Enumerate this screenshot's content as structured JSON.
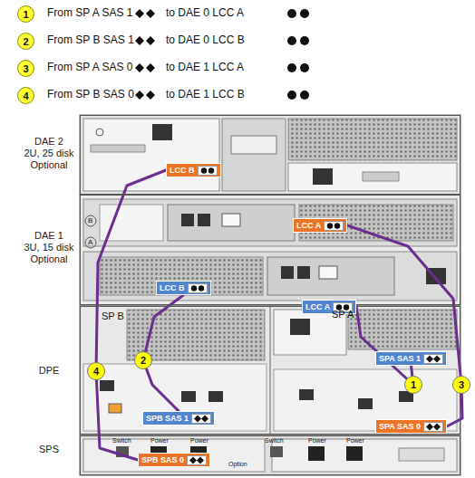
{
  "diagram": {
    "nodes": [
      {
        "text": [
          "1"
        ]
      },
      {
        "text": [
          "2"
        ]
      },
      {
        "text": [
          "3"
        ]
      },
      {
        "text": [
          "4"
        ]
      },
      {
        "text": [
          "DAE 2",
          "2U, 25 disk Optional"
        ]
      },
      {
        "text": [
          "DAE 1",
          "3U, 15 disk Optional"
        ]
      },
      {
        "text": [
          "DPE"
        ]
      },
      {
        "text": [
          "SPS"
        ]
      },
      {
        "text": [
          "LCC B"
        ],
        "in": 4
      },
      {
        "text": [
          "LCC A"
        ],
        "in": 5
      },
      {
        "text": [
          "LCC B"
        ],
        "in": 5
      },
      {
        "text": [
          "LCC A"
        ]
      },
      {
        "text": [
          "SPA SAS 1"
        ],
        "in": 6
      },
      {
        "text": [
          "SPB SAS 1"
        ],
        "in": 6
      },
      {
        "text": [
          "SPA SAS 0"
        ],
        "in": 6
      },
      {
        "text": [
          "SPB SAS 0"
        ],
        "in": 7
      }
    ],
    "edges": [
      {
        "from": 12,
        "to": 11,
        "arrow": "none",
        "label": "1"
      },
      {
        "from": 13,
        "to": 10,
        "arrow": "none",
        "label": "2"
      },
      {
        "from": 14,
        "to": 9,
        "arrow": "none",
        "label": "3"
      },
      {
        "from": 15,
        "to": 8,
        "arrow": "none",
        "label": "4"
      }
    ],
    "labels": [
      "From SP A SAS 1",
      "to DAE 0 LCC A",
      "From SP B SAS 1",
      "to DAE 0 LCC B",
      "From SP A SAS 0",
      "to DAE 1 LCC A",
      "From SP B SAS 0",
      "to DAE 1 LCC B",
      "SP B",
      "SP A",
      "Switch",
      "Power",
      "Power",
      "Option",
      "Switch",
      "Power",
      "Power",
      "B",
      "A"
    ]
  }
}
